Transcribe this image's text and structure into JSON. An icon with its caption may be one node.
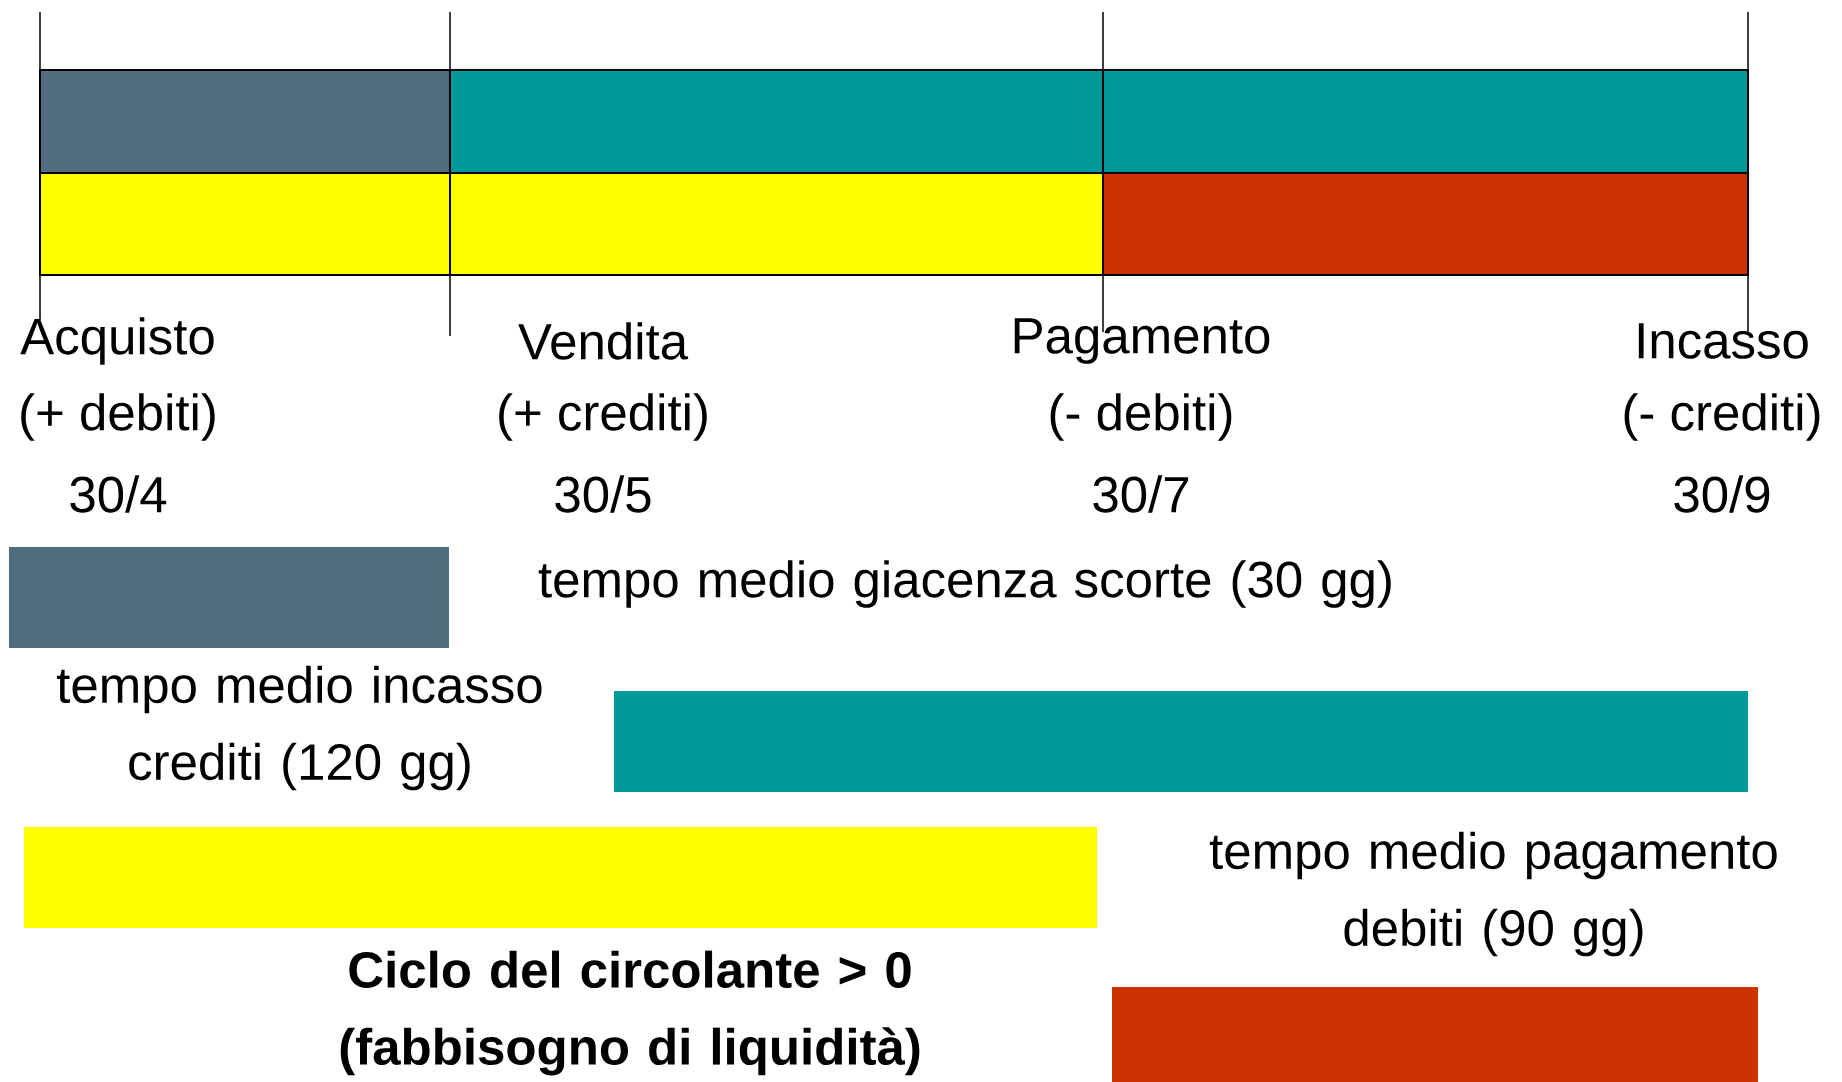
{
  "diagram": {
    "nodes": [
      {
        "text": [],
        "shape": "box"
      },
      {
        "text": [],
        "shape": "box"
      },
      {
        "text": [],
        "shape": "box"
      },
      {
        "text": [],
        "shape": "box"
      },
      {
        "text": [],
        "shape": "box"
      },
      {
        "text": [],
        "shape": "box"
      },
      {
        "text": [],
        "shape": "bar",
        "beside": [
          "tempo medio giacenza scorte (30 gg)"
        ]
      },
      {
        "text": [],
        "shape": "bar"
      },
      {
        "text": [],
        "shape": "bar"
      },
      {
        "text": [],
        "shape": "bar",
        "beside": [
          "tempo medio pagamento debiti (90 gg)"
        ]
      }
    ],
    "labels": [
      "Acquisto",
      "(+ debiti)",
      "30/4",
      "Vendita",
      "(+ crediti)",
      "30/5",
      "Pagamento",
      "(- debiti)",
      "30/7",
      "Incasso",
      "(- crediti)",
      "30/9",
      "tempo medio incasso crediti (120 gg)",
      "Ciclo del circolante > 0 (fabbisogno di liquidità)"
    ]
  }
}
